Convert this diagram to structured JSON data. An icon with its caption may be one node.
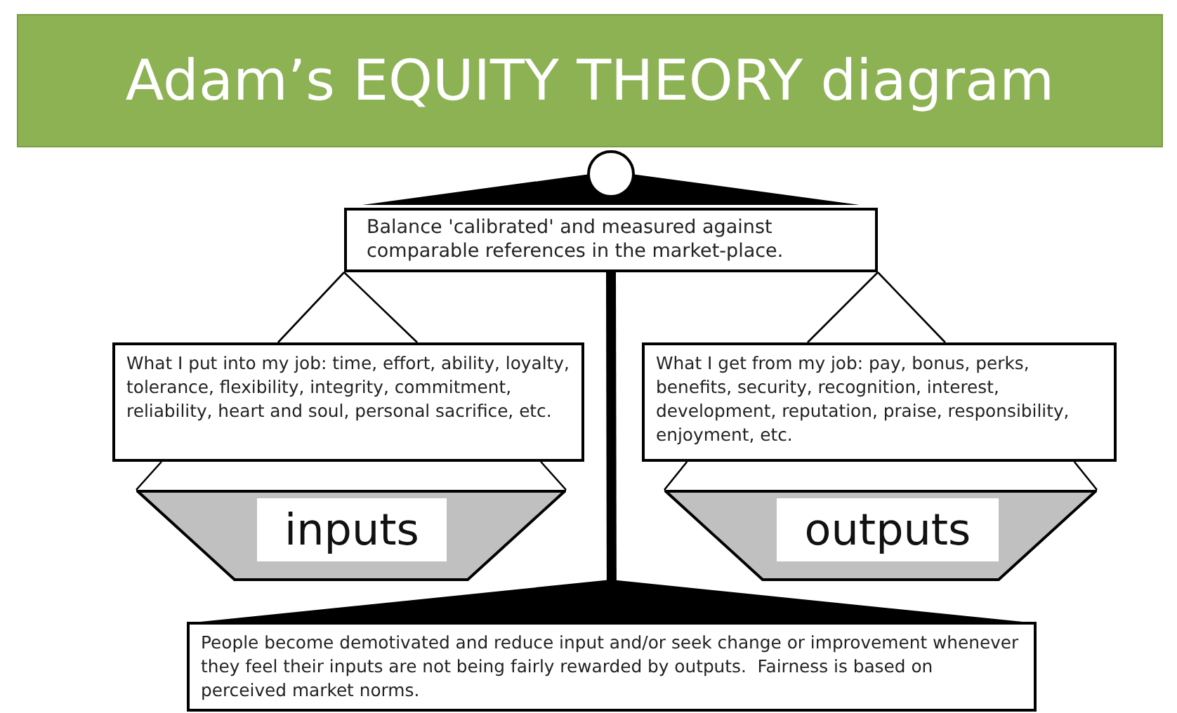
{
  "diagram": {
    "title": "Adam’s EQUITY THEORY diagram",
    "nodes": [
      {
        "text": [
          "Balance 'calibrated' and measured against comparable references in the market-place."
        ]
      },
      {
        "text": [
          "What I put into my job: time, effort, ability, loyalty, tolerance, flexibility, integrity, commitment, reliability, heart and soul, personal sacrifice, etc."
        ]
      },
      {
        "text": [
          "What I get from my job: pay, bonus, perks, benefits, security, recognition, interest, development, reputation, praise, responsibility, enjoyment, etc."
        ]
      },
      {
        "text": [
          "inputs"
        ]
      },
      {
        "text": [
          "outputs"
        ]
      },
      {
        "text": [
          "People become demotivated and reduce input and/or seek change or improvement whenever they feel their inputs are not being fairly rewarded by outputs.  Fairness is based on perceived market norms."
        ]
      }
    ],
    "edges": [
      {
        "from": 0,
        "to": 1,
        "arrow": "none"
      },
      {
        "from": 0,
        "to": 1,
        "arrow": "none"
      },
      {
        "from": 0,
        "to": 2,
        "arrow": "none"
      },
      {
        "from": 0,
        "to": 2,
        "arrow": "none"
      },
      {
        "from": 1,
        "to": 3,
        "arrow": "none"
      },
      {
        "from": 1,
        "to": 3,
        "arrow": "none"
      },
      {
        "from": 2,
        "to": 4,
        "arrow": "none"
      },
      {
        "from": 2,
        "to": 4,
        "arrow": "none"
      },
      {
        "from": 0,
        "to": 5,
        "arrow": "none",
        "style": "thick"
      }
    ]
  }
}
